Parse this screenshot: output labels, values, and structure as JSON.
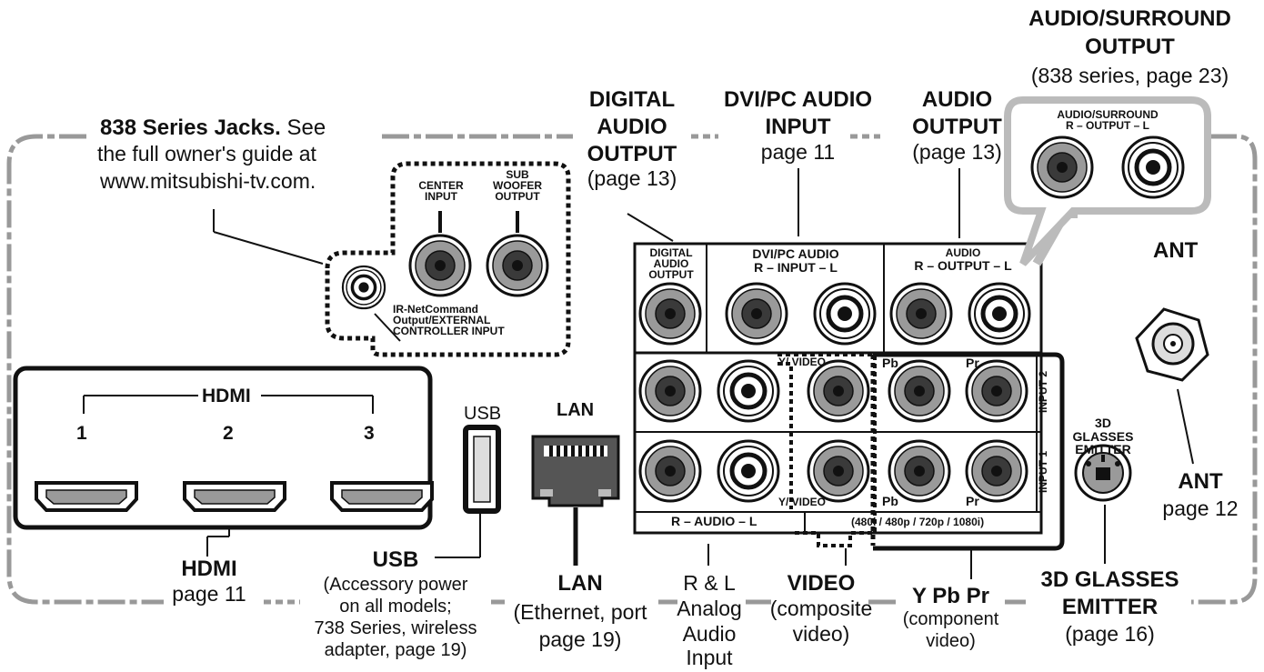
{
  "colors": {
    "outline": "#111111",
    "frame": "#888888",
    "jack_gray": "#9a9a9a",
    "jack_dark": "#3a3a3a",
    "background": "#ffffff"
  },
  "icons": [
    "rca-jack-icon",
    "hdmi-port-icon",
    "usb-port-icon",
    "lan-port-icon",
    "coax-connector-icon",
    "din-connector-icon"
  ],
  "callouts": {
    "series_jacks": {
      "title": "838 Series Jacks.",
      "see": "See",
      "line2": "the full owner's guide at",
      "line3": "www.mitsubishi-tv.com."
    },
    "audio_surround": {
      "line1": "AUDIO/SURROUND",
      "line2": "OUTPUT",
      "sub": "(838 series, page 23)"
    },
    "digital_audio": {
      "line1": "DIGITAL",
      "line2": "AUDIO",
      "line3": "OUTPUT",
      "sub": "(page 13)"
    },
    "dvi_pc": {
      "line1": "DVI/PC AUDIO",
      "line2": "INPUT",
      "sub": "page 11"
    },
    "audio_output": {
      "line1": "AUDIO",
      "line2": "OUTPUT",
      "sub": "(page 13)"
    },
    "ant_top": "ANT",
    "ant_bottom": {
      "title": "ANT",
      "sub": "page 12"
    },
    "hdmi": {
      "title": "HDMI",
      "sub": "page 11"
    },
    "usb": {
      "title": "USB",
      "l1": "(Accessory power",
      "l2": "on all models;",
      "l3": "738 Series, wireless",
      "l4": "adapter, page 19)"
    },
    "lan": {
      "title": "LAN",
      "l1": "(Ethernet, port",
      "l2": "page 19)"
    },
    "analog": {
      "l1": "R & L",
      "l2": "Analog",
      "l3": "Audio",
      "l4": "Input"
    },
    "video": {
      "title": "VIDEO",
      "l1": "(composite",
      "l2": "video)"
    },
    "ypbpr": {
      "title": "Y Pb Pr",
      "l1": "(component",
      "l2": "video)"
    },
    "glasses": {
      "title1": "3D GLASSES",
      "title2": "EMITTER",
      "sub": "(page 16)"
    }
  },
  "panel_labels": {
    "center_input": {
      "l1": "CENTER",
      "l2": "INPUT"
    },
    "sub_woofer": {
      "l1": "SUB",
      "l2": "WOOFER",
      "l3": "OUTPUT"
    },
    "ir_net": {
      "l1": "IR-NetCommand",
      "l2": "Output/EXTERNAL",
      "l3": "CONTROLLER INPUT"
    },
    "hdmi_header": "HDMI",
    "hdmi_ports": [
      "1",
      "2",
      "3"
    ],
    "usb": "USB",
    "lan": "LAN",
    "digital_audio_out": {
      "l1": "DIGITAL",
      "l2": "AUDIO",
      "l3": "OUTPUT"
    },
    "dvi_pc_audio": {
      "l1": "DVI/PC  AUDIO",
      "l2": "R – INPUT  – L"
    },
    "audio_out": {
      "l1": "AUDIO",
      "l2": "R –  OUTPUT  – L"
    },
    "surround_inset": {
      "l1": "AUDIO/SURROUND",
      "l2": "R –   OUTPUT  – L"
    },
    "y_video_top": "Y/ VIDEO",
    "y_video_bottom": "Y/ VIDEO",
    "pb_top": "Pb",
    "pr_top": "Pr",
    "pb_bottom": "Pb",
    "pr_bottom": "Pr",
    "input2": "INPUT 2",
    "input1": "INPUT 1",
    "r_audio_l": "R – AUDIO – L",
    "resolutions": "(480i / 480p / 720p / 1080i)",
    "glasses_emitter": {
      "l1": "3D",
      "l2": "GLASSES",
      "l3": "EMITTER"
    },
    "ant": "ANT"
  }
}
